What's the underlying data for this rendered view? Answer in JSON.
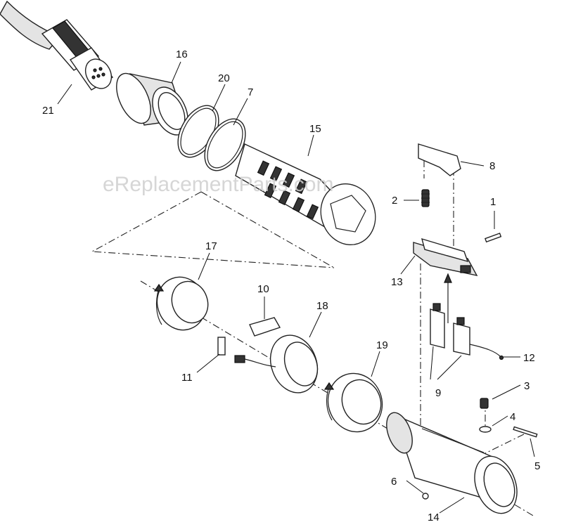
{
  "watermark": "eReplacementParts.com",
  "callouts": {
    "p1": "1",
    "p2": "2",
    "p3": "3",
    "p4": "4",
    "p5": "5",
    "p6": "6",
    "p7": "7",
    "p8": "8",
    "p9": "9",
    "p10": "10",
    "p11": "11",
    "p12": "12",
    "p13": "13",
    "p14": "14",
    "p15": "15",
    "p16": "16",
    "p17": "17",
    "p18": "18",
    "p19": "19",
    "p20": "20",
    "p21": "21"
  }
}
